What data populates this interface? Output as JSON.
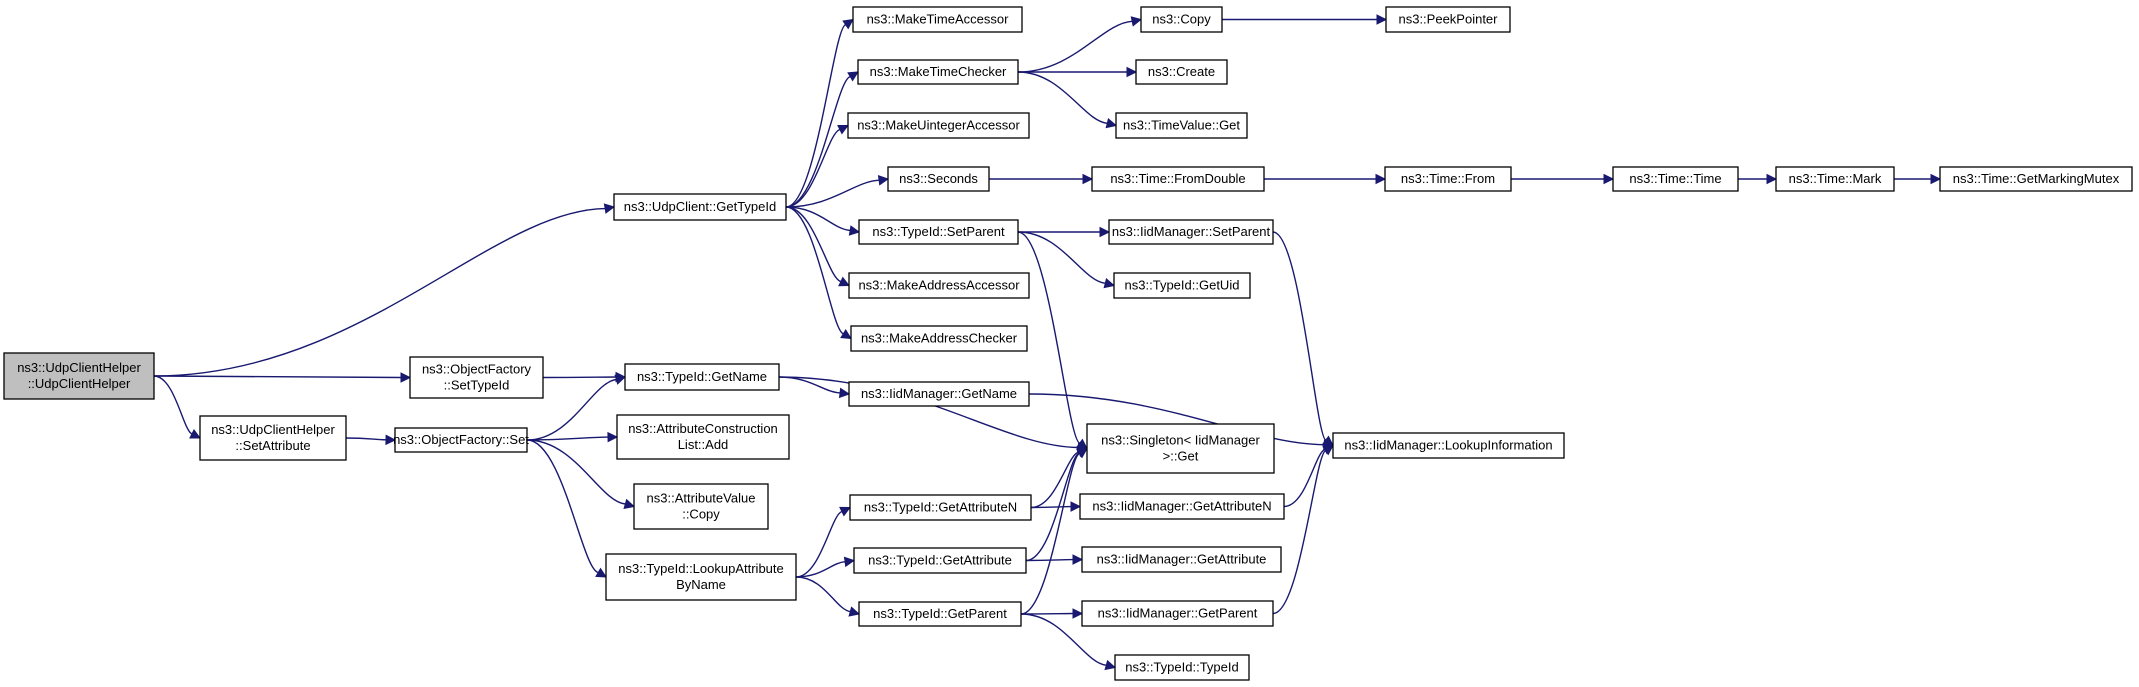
{
  "graph": {
    "type": "call-graph",
    "nodes": [
      {
        "id": "root",
        "lines": [
          "ns3::UdpClientHelper",
          "::UdpClientHelper"
        ],
        "highlighted": true
      },
      {
        "id": "udpclient_gettypeid",
        "lines": [
          "ns3::UdpClient::GetTypeId"
        ]
      },
      {
        "id": "objectfactory_settypeid",
        "lines": [
          "ns3::ObjectFactory",
          "::SetTypeId"
        ]
      },
      {
        "id": "udpclienthelper_setattribute",
        "lines": [
          "ns3::UdpClientHelper",
          "::SetAttribute"
        ]
      },
      {
        "id": "objectfactory_set",
        "lines": [
          "ns3::ObjectFactory::Set"
        ]
      },
      {
        "id": "typeid_getname",
        "lines": [
          "ns3::TypeId::GetName"
        ]
      },
      {
        "id": "attributeconstructionlist_add",
        "lines": [
          "ns3::AttributeConstruction",
          "List::Add"
        ]
      },
      {
        "id": "attributevalue_copy",
        "lines": [
          "ns3::AttributeValue",
          "::Copy"
        ]
      },
      {
        "id": "typeid_lookupattributebyname",
        "lines": [
          "ns3::TypeId::LookupAttribute",
          "ByName"
        ]
      },
      {
        "id": "maketimeaccessor",
        "lines": [
          "ns3::MakeTimeAccessor"
        ]
      },
      {
        "id": "maketimechecker",
        "lines": [
          "ns3::MakeTimeChecker"
        ]
      },
      {
        "id": "makeuintegeraccessor",
        "lines": [
          "ns3::MakeUintegerAccessor"
        ]
      },
      {
        "id": "seconds",
        "lines": [
          "ns3::Seconds"
        ]
      },
      {
        "id": "typeid_setparent",
        "lines": [
          "ns3::TypeId::SetParent"
        ]
      },
      {
        "id": "makeaddressaccessor",
        "lines": [
          "ns3::MakeAddressAccessor"
        ]
      },
      {
        "id": "makeaddresschecker",
        "lines": [
          "ns3::MakeAddressChecker"
        ]
      },
      {
        "id": "iidmanager_getname",
        "lines": [
          "ns3::IidManager::GetName"
        ]
      },
      {
        "id": "typeid_getattributen",
        "lines": [
          "ns3::TypeId::GetAttributeN"
        ]
      },
      {
        "id": "typeid_getattribute",
        "lines": [
          "ns3::TypeId::GetAttribute"
        ]
      },
      {
        "id": "typeid_getparent",
        "lines": [
          "ns3::TypeId::GetParent"
        ]
      },
      {
        "id": "copy",
        "lines": [
          "ns3::Copy"
        ]
      },
      {
        "id": "create",
        "lines": [
          "ns3::Create"
        ]
      },
      {
        "id": "timevalue_get",
        "lines": [
          "ns3::TimeValue::Get"
        ]
      },
      {
        "id": "time_fromdouble",
        "lines": [
          "ns3::Time::FromDouble"
        ]
      },
      {
        "id": "iidmanager_setparent",
        "lines": [
          "ns3::IidManager::SetParent"
        ]
      },
      {
        "id": "typeid_getuid",
        "lines": [
          "ns3::TypeId::GetUid"
        ]
      },
      {
        "id": "singleton_get",
        "lines": [
          "ns3::Singleton< IidManager",
          " >::Get"
        ]
      },
      {
        "id": "iidmanager_getattributen",
        "lines": [
          "ns3::IidManager::GetAttributeN"
        ]
      },
      {
        "id": "iidmanager_getattribute",
        "lines": [
          "ns3::IidManager::GetAttribute"
        ]
      },
      {
        "id": "iidmanager_getparent",
        "lines": [
          "ns3::IidManager::GetParent"
        ]
      },
      {
        "id": "typeid_typeid",
        "lines": [
          "ns3::TypeId::TypeId"
        ]
      },
      {
        "id": "peekpointer",
        "lines": [
          "ns3::PeekPointer"
        ]
      },
      {
        "id": "time_from",
        "lines": [
          "ns3::Time::From"
        ]
      },
      {
        "id": "iidmanager_lookupinformation",
        "lines": [
          "ns3::IidManager::LookupInformation"
        ]
      },
      {
        "id": "time_time",
        "lines": [
          "ns3::Time::Time"
        ]
      },
      {
        "id": "time_mark",
        "lines": [
          "ns3::Time::Mark"
        ]
      },
      {
        "id": "time_getmarkingmutex",
        "lines": [
          "ns3::Time::GetMarkingMutex"
        ]
      }
    ],
    "edges": [
      [
        "root",
        "udpclient_gettypeid"
      ],
      [
        "root",
        "objectfactory_settypeid"
      ],
      [
        "root",
        "udpclienthelper_setattribute"
      ],
      [
        "udpclient_gettypeid",
        "maketimeaccessor"
      ],
      [
        "udpclient_gettypeid",
        "maketimechecker"
      ],
      [
        "udpclient_gettypeid",
        "makeuintegeraccessor"
      ],
      [
        "udpclient_gettypeid",
        "seconds"
      ],
      [
        "udpclient_gettypeid",
        "typeid_setparent"
      ],
      [
        "udpclient_gettypeid",
        "makeaddressaccessor"
      ],
      [
        "udpclient_gettypeid",
        "makeaddresschecker"
      ],
      [
        "objectfactory_settypeid",
        "typeid_getname"
      ],
      [
        "udpclienthelper_setattribute",
        "objectfactory_set"
      ],
      [
        "objectfactory_set",
        "typeid_getname"
      ],
      [
        "objectfactory_set",
        "attributeconstructionlist_add"
      ],
      [
        "objectfactory_set",
        "attributevalue_copy"
      ],
      [
        "objectfactory_set",
        "typeid_lookupattributebyname"
      ],
      [
        "maketimechecker",
        "copy"
      ],
      [
        "maketimechecker",
        "create"
      ],
      [
        "maketimechecker",
        "timevalue_get"
      ],
      [
        "copy",
        "peekpointer"
      ],
      [
        "seconds",
        "time_fromdouble"
      ],
      [
        "time_fromdouble",
        "time_from"
      ],
      [
        "time_from",
        "time_time"
      ],
      [
        "time_time",
        "time_mark"
      ],
      [
        "time_mark",
        "time_getmarkingmutex"
      ],
      [
        "typeid_setparent",
        "iidmanager_setparent"
      ],
      [
        "typeid_setparent",
        "typeid_getuid"
      ],
      [
        "typeid_setparent",
        "singleton_get"
      ],
      [
        "iidmanager_setparent",
        "iidmanager_lookupinformation"
      ],
      [
        "typeid_getname",
        "iidmanager_getname"
      ],
      [
        "typeid_getname",
        "singleton_get"
      ],
      [
        "iidmanager_getname",
        "iidmanager_lookupinformation"
      ],
      [
        "typeid_lookupattributebyname",
        "typeid_getattributen"
      ],
      [
        "typeid_lookupattributebyname",
        "typeid_getattribute"
      ],
      [
        "typeid_lookupattributebyname",
        "typeid_getparent"
      ],
      [
        "typeid_getattributen",
        "singleton_get"
      ],
      [
        "typeid_getattributen",
        "iidmanager_getattributen"
      ],
      [
        "typeid_getattribute",
        "singleton_get"
      ],
      [
        "typeid_getattribute",
        "iidmanager_getattribute"
      ],
      [
        "typeid_getparent",
        "singleton_get"
      ],
      [
        "typeid_getparent",
        "iidmanager_getparent"
      ],
      [
        "typeid_getparent",
        "typeid_typeid"
      ],
      [
        "iidmanager_getattributen",
        "iidmanager_lookupinformation"
      ],
      [
        "iidmanager_getparent",
        "iidmanager_lookupinformation"
      ]
    ]
  }
}
